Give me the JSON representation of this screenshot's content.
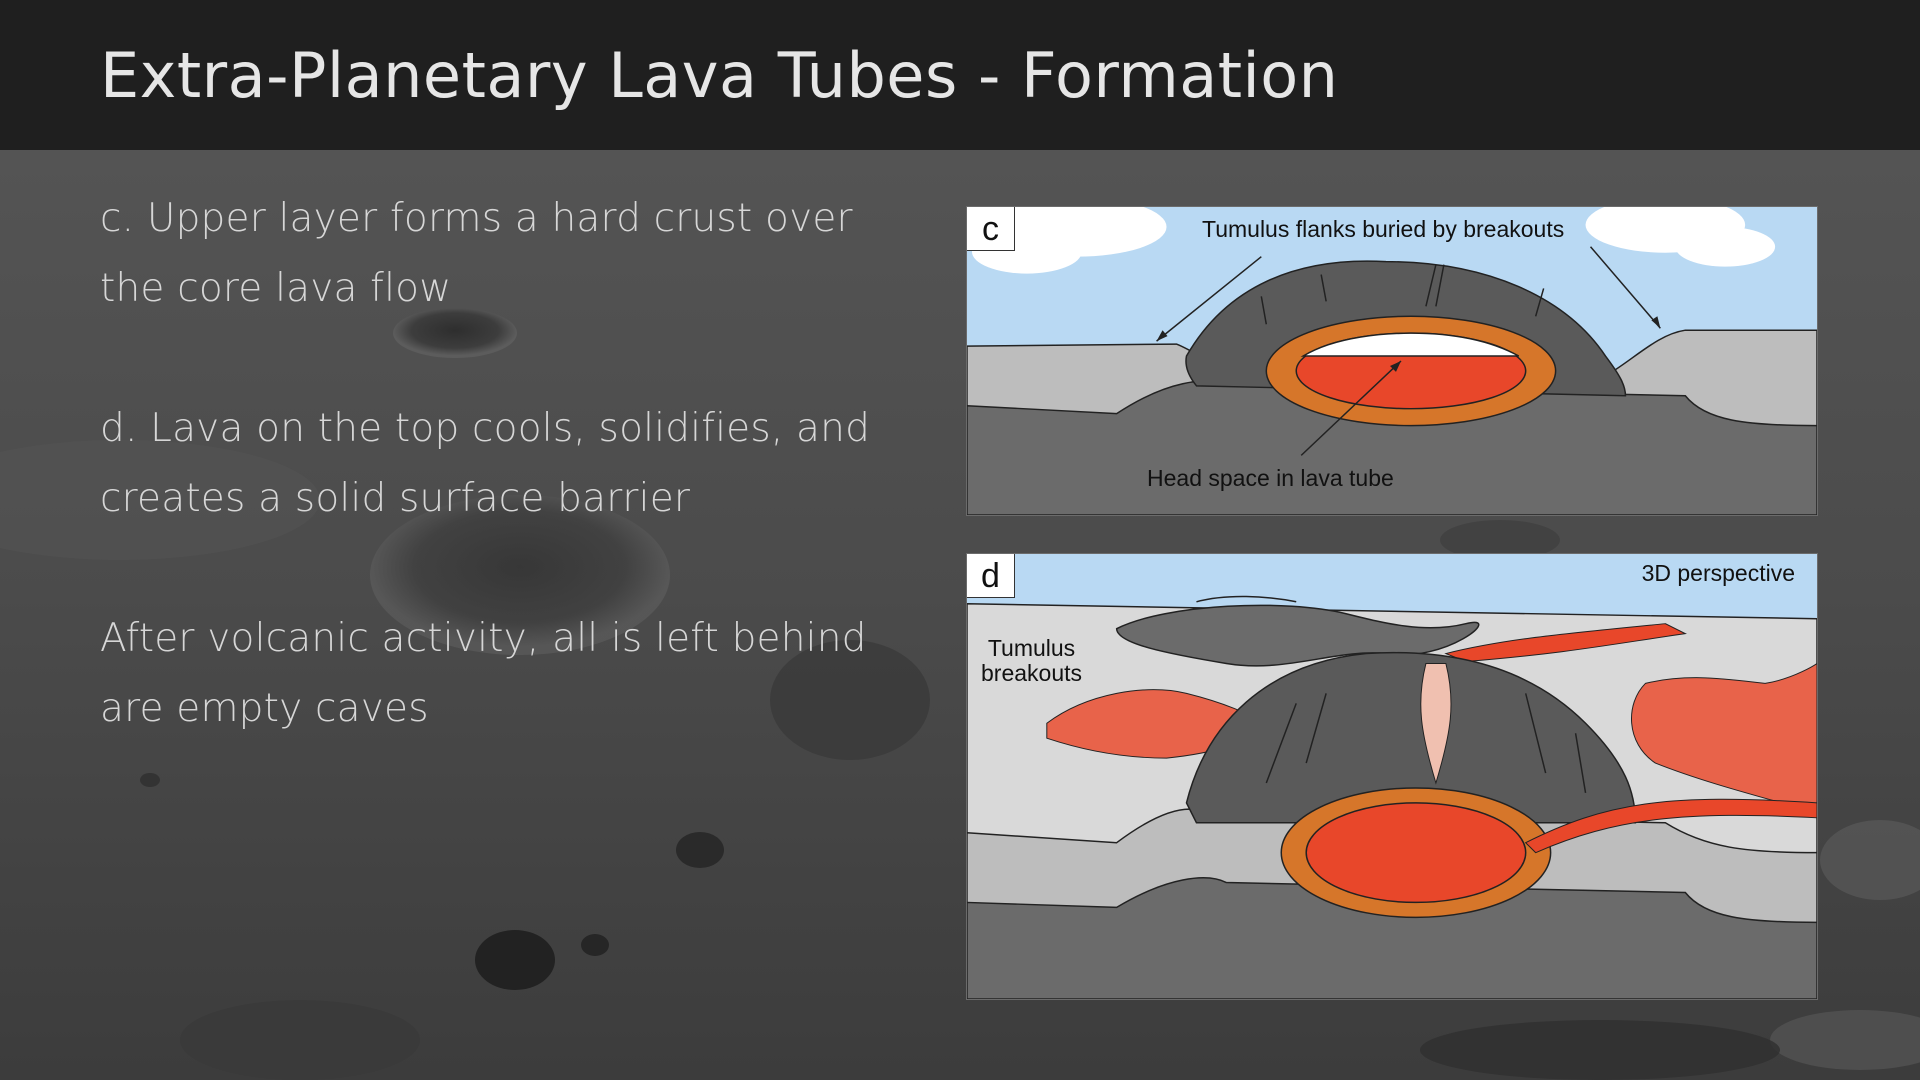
{
  "slide": {
    "title": "Extra-Planetary Lava Tubes - Formation",
    "bullets": [
      "c. Upper layer forms a hard crust over the core lava flow",
      "d. Lava on the top cools, solidifies, and creates a solid surface barrier",
      "After volcanic activity, all is left behind are empty caves"
    ]
  },
  "panel_c": {
    "letter": "c",
    "label_top": "Tumulus flanks buried by breakouts",
    "label_bottom": "Head space in lava tube"
  },
  "panel_d": {
    "letter": "d",
    "label_perspective": "3D perspective",
    "label_tumulus": "Tumulus\nbreakouts"
  },
  "colors": {
    "header": "#1f1f1f",
    "sky": "#b9d9f3",
    "lava": "#e8472a",
    "crust_orange": "#d6762a",
    "dark_rock": "#5a5a5a",
    "light_rock": "#bdbdbd"
  }
}
